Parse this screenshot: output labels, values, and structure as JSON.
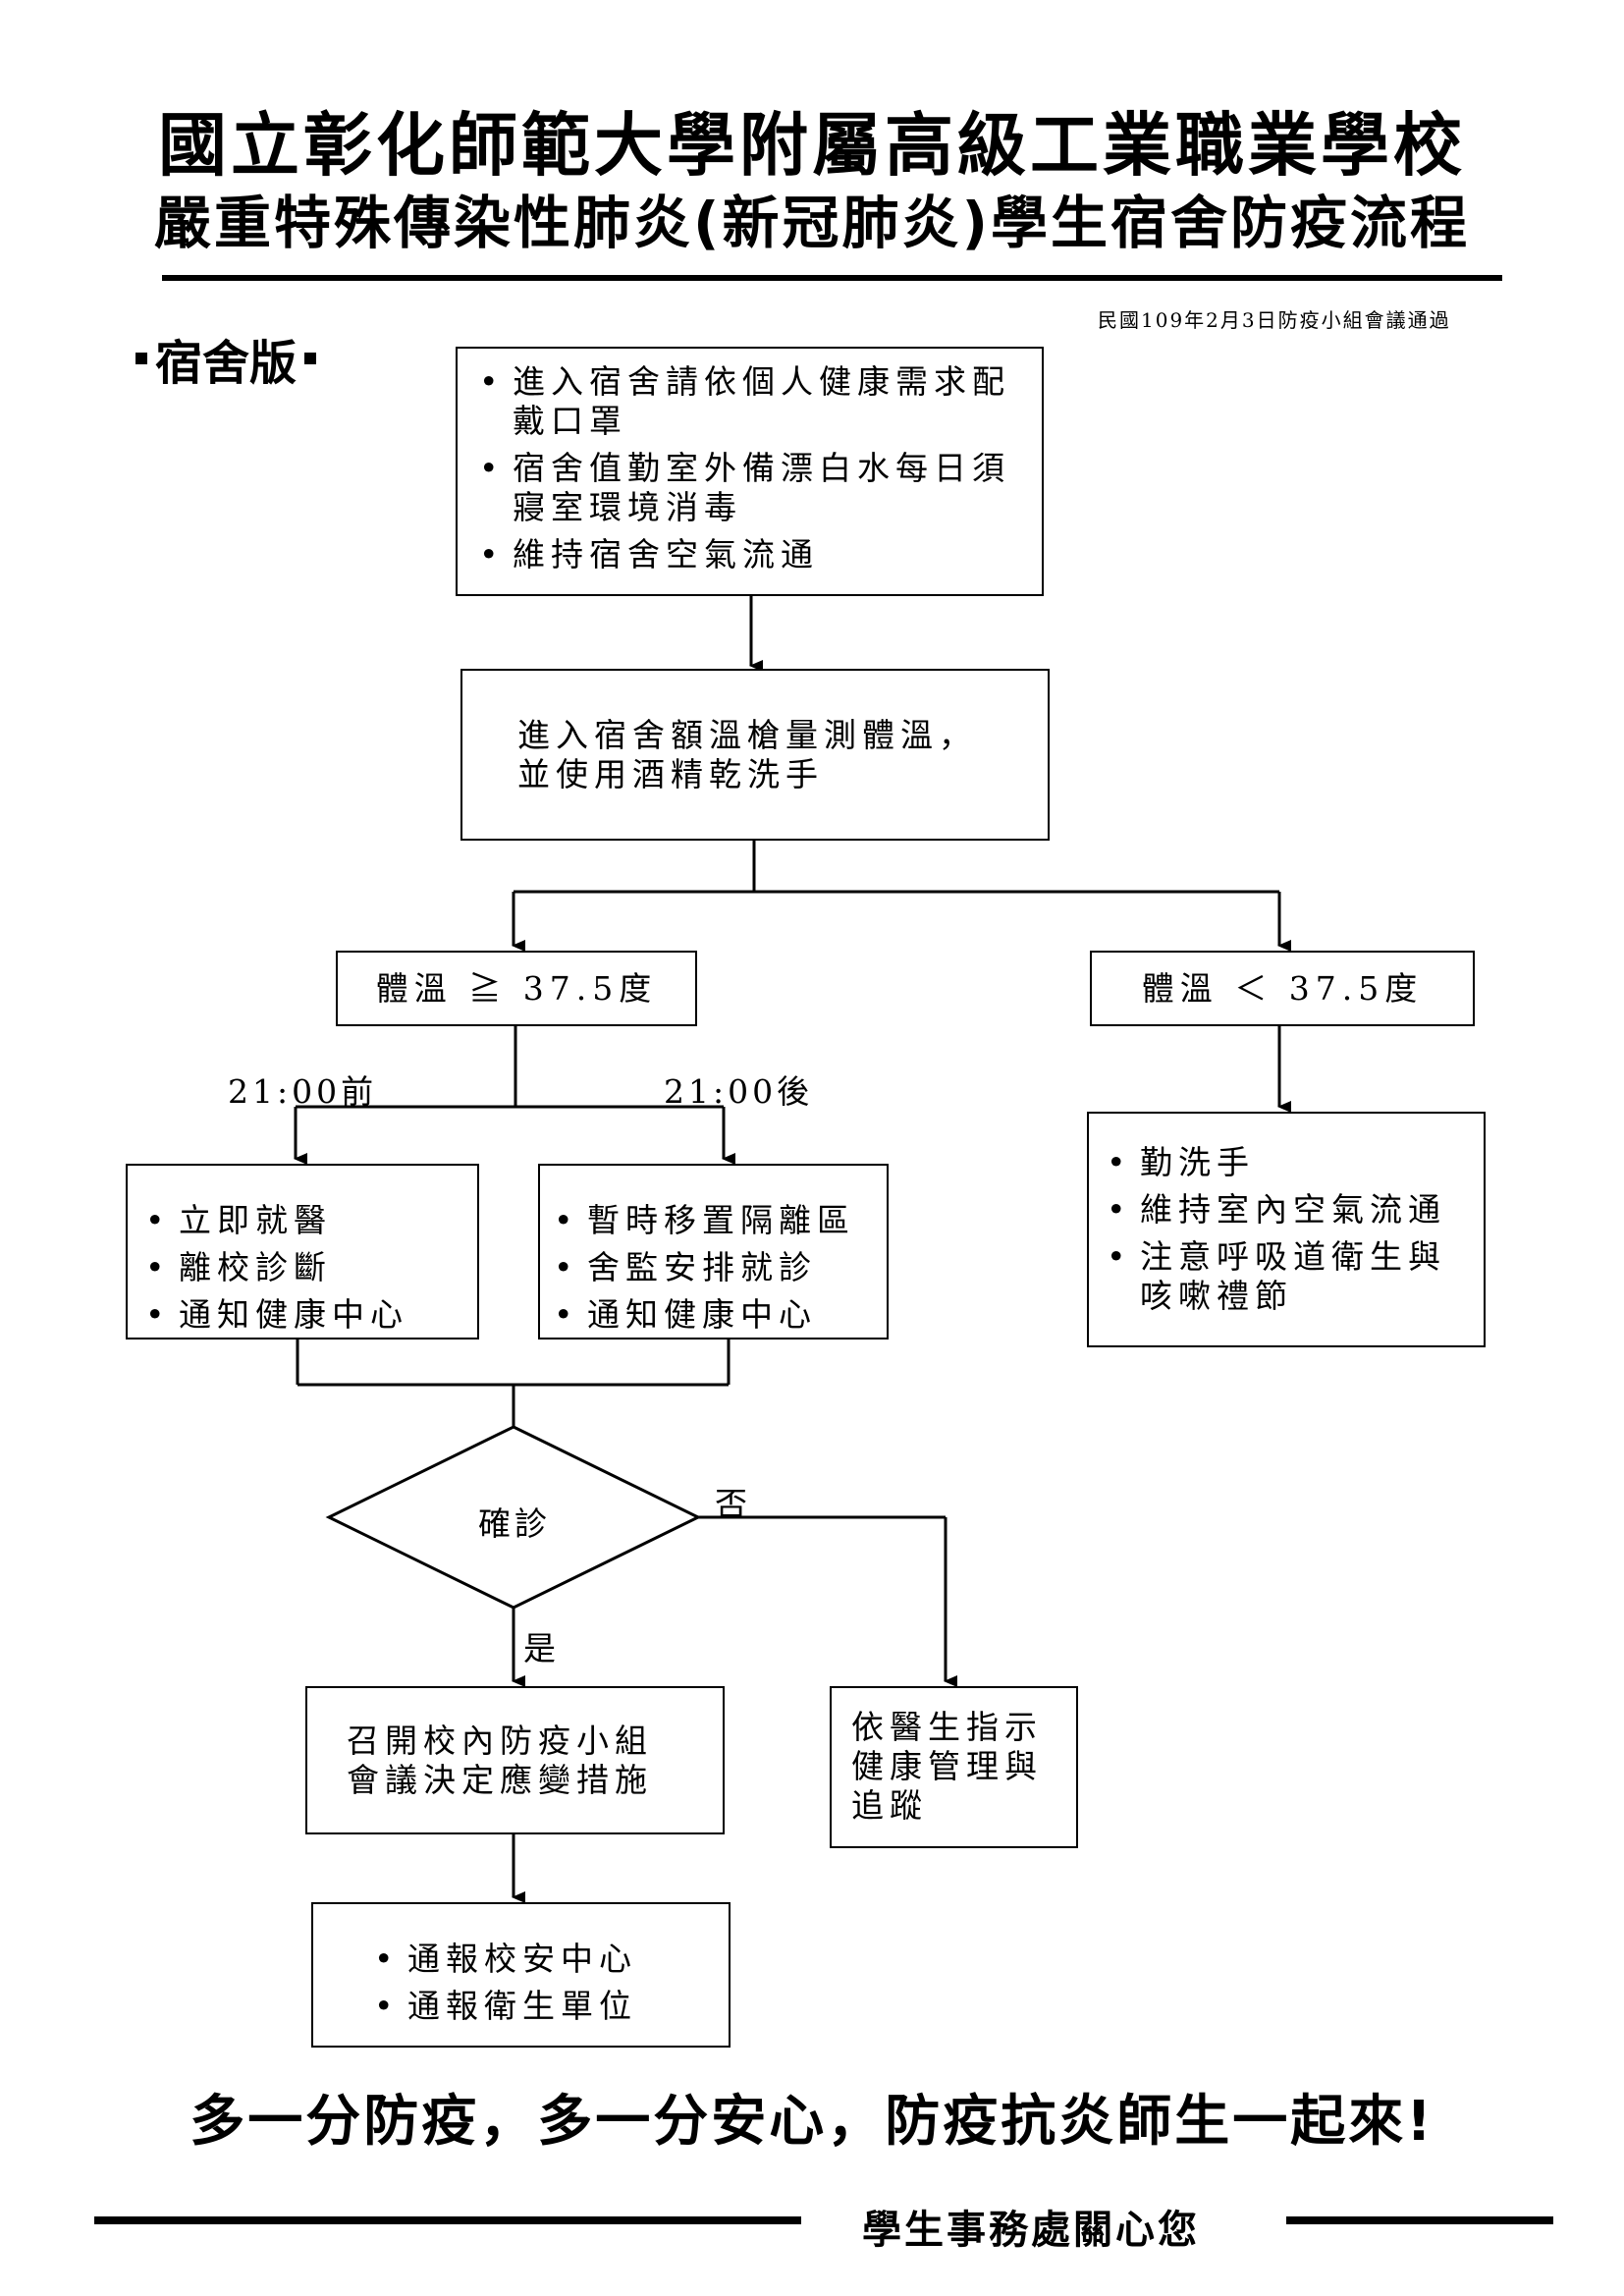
{
  "header": {
    "title_line1": "國立彰化師範大學附屬高級工業職業學校",
    "title_line2": "嚴重特殊傳染性肺炎(新冠肺炎)學生宿舍防疫流程",
    "approval_note": "民國109年2月3日防疫小組會議通過",
    "version_label": "宿舍版"
  },
  "flow": {
    "step1_items": [
      "進入宿舍請依個人健康需求配戴口罩",
      "宿舍值勤室外備漂白水每日須寢室環境消毒",
      "維持宿舍空氣流通"
    ],
    "step2_text": "進入宿舍額溫槍量測體溫，並使用酒精乾洗手",
    "high_temp": "體溫 ≧ 37.5度",
    "low_temp": "體溫 ＜ 37.5度",
    "before_label": "21:00前",
    "after_label": "21:00後",
    "before_items": [
      "立即就醫",
      "離校診斷",
      "通知健康中心"
    ],
    "after_items": [
      "暫時移置隔離區",
      "舍監安排就診",
      "通知健康中心"
    ],
    "low_items": [
      "勤洗手",
      "維持室內空氣流通",
      "注意呼吸道衛生與咳嗽禮節"
    ],
    "decision": "確診",
    "no_label": "否",
    "yes_label": "是",
    "meeting_text": "召開校內防疫小組會議決定應變措施",
    "doctor_text": "依醫生指示健康管理與追蹤",
    "report_items": [
      "通報校安中心",
      "通報衛生單位"
    ]
  },
  "footer": {
    "slogan": "多一分防疫，多一分安心，防疫抗炎師生一起來!",
    "signoff": "學生事務處關心您"
  }
}
